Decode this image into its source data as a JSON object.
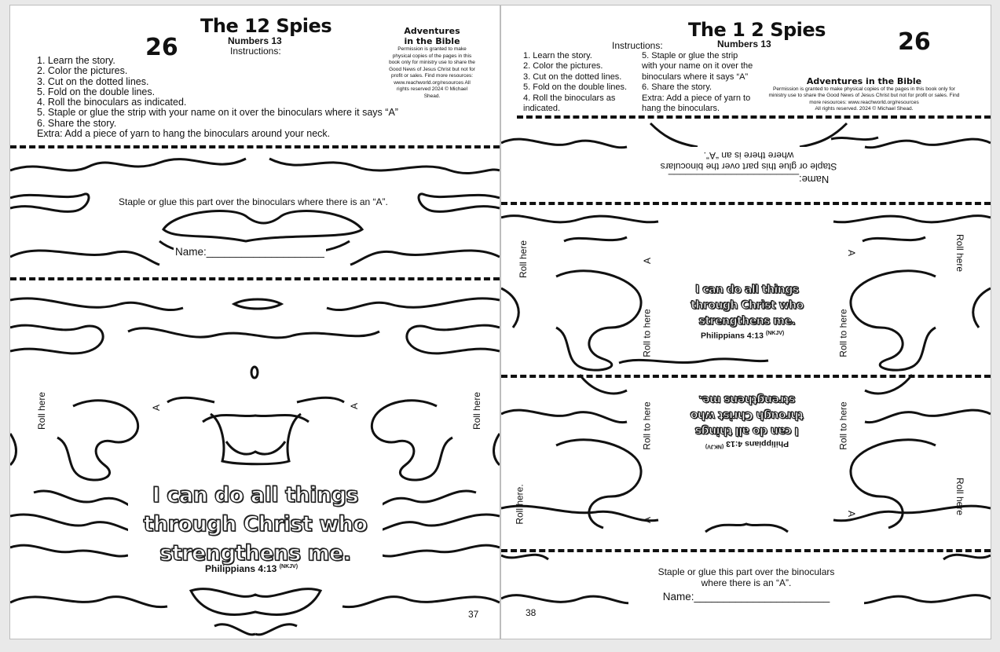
{
  "left": {
    "lesson_number": "26",
    "title": "The 12 Spies",
    "subtitle": "Numbers 13",
    "instructions_heading": "Instructions:",
    "brand_line1": "Adventures",
    "brand_line2": "in the Bible",
    "permission": [
      "Permission is granted to make",
      "physical copies of the pages in this",
      "book only for ministry use to share the",
      "Good News of Jesus Christ but not for",
      "profit or sales. Find more resources:",
      "www.reachworld.org/resources All",
      "rights reserved 2024 © Michael",
      "Shead."
    ],
    "instructions": [
      "1. Learn the story.",
      "2. Color the pictures.",
      "3. Cut on the dotted lines.",
      "5. Fold on the double lines.",
      "4. Roll the binoculars as indicated.",
      "5. Staple or glue the strip with your name on it over the binoculars where it says “A”",
      "6. Share the story.",
      "Extra: Add a piece of yarn to hang the binoculars around your neck."
    ],
    "strip_text": "Staple or glue this part over the binoculars where there is an “A”.",
    "name_label": "Name:____________________",
    "roll_here": "Roll here",
    "mark_a": "A",
    "verse_lines": [
      "I can do all things",
      "through Christ who",
      "strengthens me."
    ],
    "verse_ref": "Philippians 4:13",
    "verse_version": "(NKJV)",
    "page_number": "37"
  },
  "right": {
    "lesson_number": "26",
    "title": "The 1 2 Spies",
    "subtitle": "Numbers 13",
    "instructions_heading": "Instructions:",
    "instructions_col1": [
      "1. Learn the story.",
      "2. Color the pictures.",
      "3. Cut on the dotted lines.",
      "5. Fold on the double lines.",
      "4. Roll the binoculars as",
      "indicated."
    ],
    "instructions_col2": [
      "5. Staple or glue the strip",
      "with your name on it over the",
      "binoculars where it says “A”",
      "6. Share the story.",
      "Extra: Add a piece of yarn to",
      "hang the binoculars."
    ],
    "brand": "Adventures in the Bible",
    "permission": [
      "Permission is granted to make physical copies of the pages in this book only for",
      "ministry use to share the Good News of Jesus Christ but not for profit or sales. Find",
      "more resources: www.reachworld.org/resources",
      "All rights reserved. 2024 © Michael Shead."
    ],
    "flipped_name": "Name:_______________________",
    "flipped_strip": [
      "Staple or glue this part over the binoculars",
      "where there is an “A”."
    ],
    "roll_here": "Roll here",
    "roll_here_dot": "Roll here.",
    "roll_to_here": "Roll to here",
    "mark_a": "A",
    "verse_lines": [
      "I can do all things",
      "through Christ who",
      "strengthens me."
    ],
    "verse_ref": "Philippians 4:13",
    "verse_version": "(NKJV)",
    "bottom_strip": [
      "Staple or glue this part over the binoculars",
      "where there is an “A”."
    ],
    "bottom_name": "Name:_______________________",
    "page_number": "38"
  }
}
